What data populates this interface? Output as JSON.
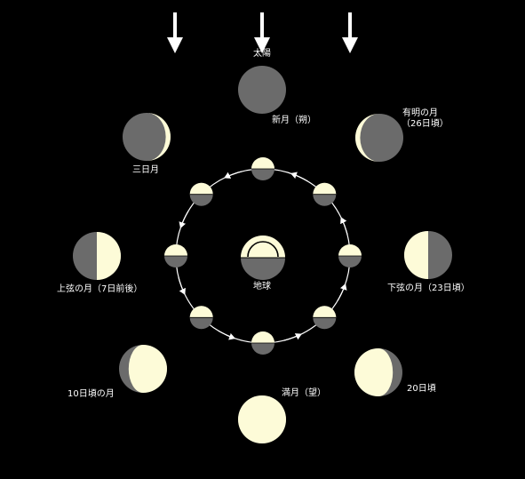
{
  "colors": {
    "background": "#000000",
    "lit": "#fdfbd8",
    "dark": "#6b6b6b",
    "orbit": "#ffffff",
    "arrow": "#ffffff"
  },
  "labels": {
    "sun": "太陽",
    "earth": "地球",
    "new_moon": "新月（朔）",
    "crescent": "三日月",
    "first_quarter": "上弦の月（7日前後）",
    "day10": "10日頃の月",
    "full_moon": "満月（望）",
    "day20": "20日頃",
    "last_quarter": "下弦の月（23日頃）",
    "waning_crescent_line1": "有明の月",
    "waning_crescent_line2": "（26日頃）"
  },
  "phases": {
    "new_moon": 0,
    "crescent": 0.1,
    "first_quarter": 0.5,
    "day10": 0.8,
    "full_moon": 1,
    "day20": 0.8,
    "last_quarter": 0.5,
    "waning_crescent": 0.1
  },
  "icons": {
    "sunlight": "down-arrow-icon",
    "earth": "earth-icon",
    "moon": "moon-icon"
  }
}
